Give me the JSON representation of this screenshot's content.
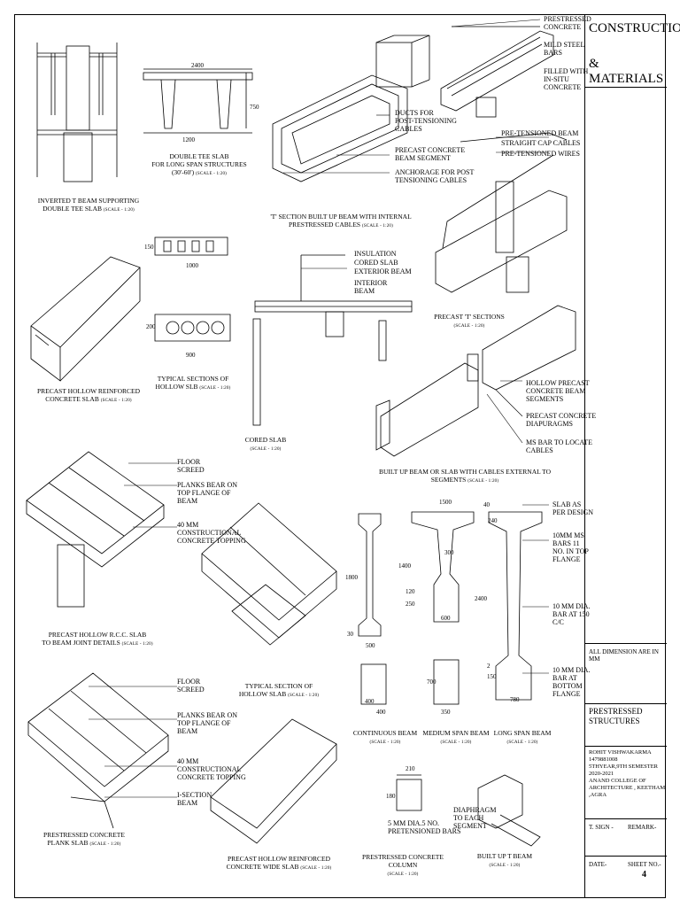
{
  "title_block": {
    "title_line1": "CONSTRUCTION",
    "title_line2": "& MATERIALS",
    "note": "ALL DIMENSION ARE IN MM",
    "sheet_title": "PRESTRESSED\nSTRUCTURES",
    "student": "ROHIT VISHWAKARMA\n1479881008\n5thYEAR,9th SEMESTER\n2020-2021\nANAND COLLEGE OF\nARCHITECTURE , KEETHAM ,AGRA",
    "sign": "T. SIGN -",
    "remark": "REMARK-",
    "date": "DATE-",
    "sheet_no_label": "SHEET NO.-",
    "sheet_no": "4"
  },
  "labels": {
    "inverted_t": "INVERTED T BEAM SUPPORTING\nDOUBLE TEE SLAB",
    "double_tee": "DOUBLE TEE SLAB\nFOR LONG SPAN STRUCTURES\n(30'-60')",
    "t_section_built": "'T' SECTION BUILT UP BEAM WITH INTERNAL\nPRESTRESSED CABLES",
    "ducts": "DUCTS FOR\nPOST-TENSIONING\nCABLES",
    "precast_segment": "PRECAST CONCRETE\nBEAM SEGMENT",
    "anchorage": "ANCHORAGE FOR POST\nTENSIONING CABLES",
    "prestressed_concrete": "PRESTRESSED\nCONCRETE",
    "mild_steel": "MILD STEEL\nBARS",
    "filled_insitu": "FILLED WITH\nIN-SITU\nCONCRETE",
    "pretensioned_beam": "PRE-TENSIONED BEAM",
    "straight_cap": "STRAIGHT CAP CABLES",
    "pretensioned_wires": "PRE-TENSIONED WIRES",
    "precast_t": "PRECAST 'T' SECTIONS",
    "hollow_rc_slab": "PRECAST HOLLOW REINFORCED\nCONCRETE SLAB",
    "typical_hollow": "TYPICAL SECTIONS OF\nHOLLOW SLB",
    "insulation": "INSULATION",
    "cored_slab_lbl": "CORED SLAB",
    "exterior_beam": "EXTERIOR BEAM",
    "interior_beam": "INTERIOR\nBEAM",
    "cored_slab_cap": "CORED SLAB",
    "hollow_segments": "HOLLOW PRECAST\nCONCRETE BEAM\nSEGMENTS",
    "diapuragms": "PRECAST CONCRETE\nDIAPURAGMS",
    "ms_bar": "MS BAR TO LOCATE\nCABLES",
    "built_up_cored": "BUILT UP BEAM OR SLAB WITH CABLES EXTERNAL TO\nSEGMENTS",
    "floor_screed": "FLOOR\nSCREED",
    "planks_bear": "PLANKS BEAR ON\nTOP FLANGE OF\nBEAM",
    "topping": "40 MM\nCONSTRUCTIONAL\nCONCRETE TOPPING",
    "precast_hollow_joint": "PRECAST HOLLOW R.C.C. SLAB\nTO BEAM JOINT DETAILS",
    "typical_hollow_slab": "TYPICAL SECTION OF\nHOLLOW SLAB",
    "floor_screed2": "FLOOR\nSCREED",
    "planks_bear2": "PLANKS BEAR ON\nTOP FLANGE OF\nBEAM",
    "topping2": "40 MM\nCONSTRUCTIONAL\nCONCRETE TOPPING",
    "i_section": "I-SECTION\nBEAM",
    "plank_slab": "PRESTRESSED CONCRETE\nPLANK SLAB",
    "wide_slab": "PRECAST HOLLOW REINFORCED\nCONCRETE WIDE SLAB",
    "continuous_beam": "CONTINUOUS BEAM",
    "medium_span": "MEDIUM SPAN BEAM",
    "long_span": "LONG SPAN BEAM",
    "slab_as_per": "SLAB AS\nPER DESIGN",
    "bars_top": "10MM MS\nBARS 11\nNO. IN TOP\nFLANGE",
    "bar_at": "10 MM DIA.\nBAR AT 150\nC/C",
    "bars_bottom": "10 MM DIA.\nBAR AT\nBOTTOM\nFLANGE",
    "column": "PRESTRESSED CONCRETE COLUMN",
    "pretensioned_bars": "5 MM DIA.5 NO.\nPRETENSIONED BARS",
    "diaphragm": "DIAPHRAGM\nTO EACH\nSEGMENT",
    "built_up_t": "BUILT UP T BEAM",
    "scale": "(SCALE - 1:20)"
  },
  "dims": {
    "d2400": "2400",
    "d750": "750",
    "d1200": "1200",
    "d150": "150",
    "d1000": "1000",
    "d200": "200",
    "d900": "900",
    "d1500": "1500",
    "d1800": "1800",
    "d1400": "1400",
    "d2400b": "2400",
    "d30": "30",
    "d500": "500",
    "d600": "600",
    "d400": "400",
    "d400b": "400",
    "d700": "700",
    "d350": "350",
    "d250": "250",
    "d120": "120",
    "d300": "300",
    "d40": "40",
    "d240": "240",
    "d150b": "150",
    "d2": "2",
    "d780": "780",
    "d210": "210",
    "d180": "180"
  }
}
